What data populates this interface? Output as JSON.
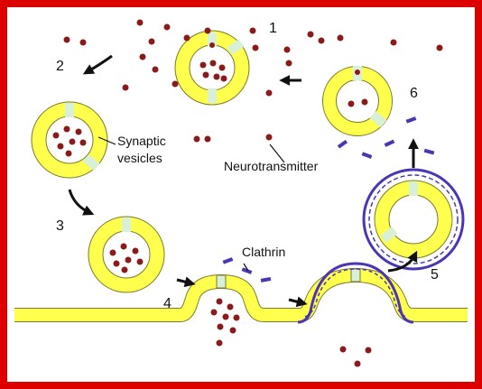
{
  "diagram": {
    "step_labels": [
      "1",
      "2",
      "3",
      "4",
      "5",
      "6"
    ],
    "labels": {
      "synaptic_vesicles_line1": "Synaptic",
      "synaptic_vesicles_line2": "vesicles",
      "neurotransmitter": "Neurotransmitter",
      "clathrin": "Clathrin"
    }
  },
  "colors": {
    "border": "#dd0000",
    "membrane": "#ffff4d",
    "membrane_outline": "#7a7a2a",
    "channel": "#d8f0d8",
    "neurotransmitter_dot": "#8b1a1a",
    "clathrin": "#4b35b5",
    "arrow": "#111111"
  }
}
